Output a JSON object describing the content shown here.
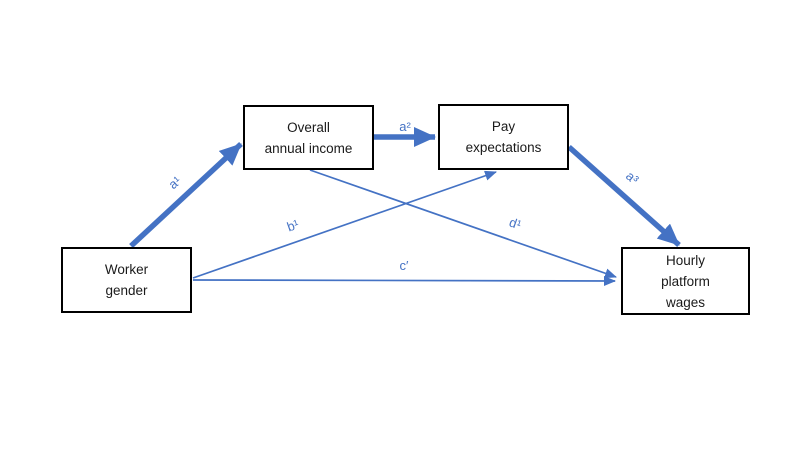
{
  "diagram": {
    "kind": "mediation-path-diagram",
    "background_color": "#ffffff",
    "accent_color": "#4472C4",
    "box_border_color": "#000000",
    "box_text_color": "#1a1a1a"
  },
  "nodes": {
    "worker_gender": {
      "label": "Worker gender",
      "lines": [
        "Worker",
        "gender"
      ]
    },
    "overall_annual_income": {
      "label": "Overall annual income",
      "lines": [
        "Overall",
        "annual income"
      ]
    },
    "pay_expectations": {
      "label": "Pay expectations",
      "lines": [
        "Pay",
        "expectations"
      ]
    },
    "hourly_platform_wages": {
      "label": "Hourly platform wages",
      "lines": [
        "Hourly",
        "platform",
        "wages"
      ]
    }
  },
  "edges": {
    "a1": {
      "label": "a¹",
      "from": "Worker gender",
      "to": "Overall annual income",
      "style": "thick"
    },
    "a2": {
      "label": "a²",
      "from": "Overall annual income",
      "to": "Pay expectations",
      "style": "thick"
    },
    "a3": {
      "label": "a³",
      "from": "Pay expectations",
      "to": "Hourly platform wages",
      "style": "thick"
    },
    "b1": {
      "label": "b¹",
      "from": "Worker gender",
      "to": "Pay expectations",
      "style": "thin"
    },
    "d1": {
      "label": "d¹",
      "from": "Overall annual income",
      "to": "Hourly platform wages",
      "style": "thin"
    },
    "c": {
      "label": "c′",
      "from": "Worker gender",
      "to": "Hourly platform wages",
      "style": "thin"
    }
  }
}
